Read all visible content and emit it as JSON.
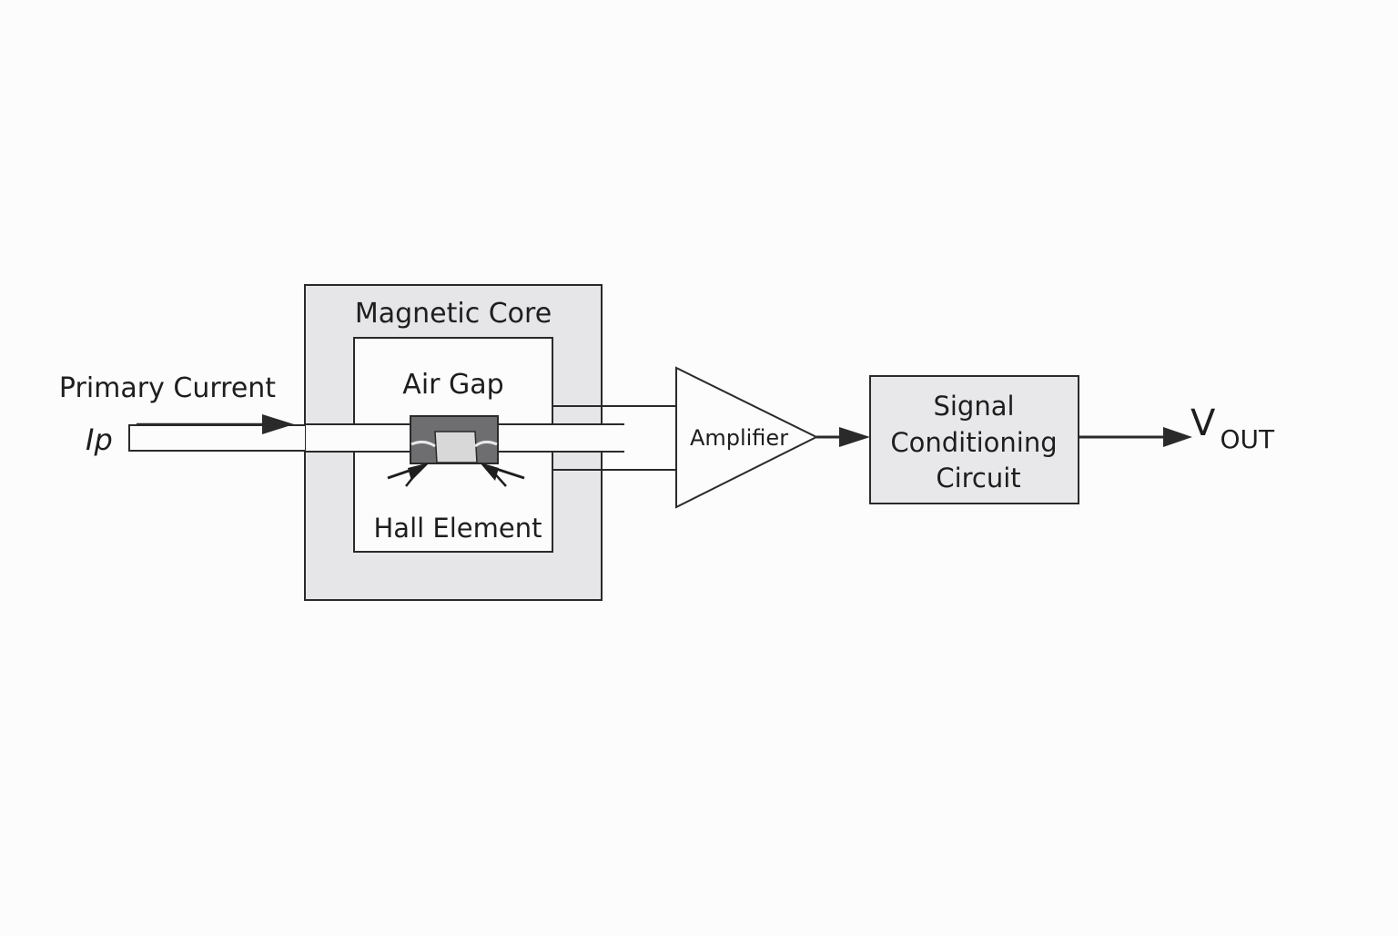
{
  "labels": {
    "magnetic_core": "Magnetic Core",
    "air_gap": "Air Gap",
    "primary_current": "Primary Current",
    "ip": "Ip",
    "hall_element": "Hall Element",
    "amplifier": "Amplifier",
    "signal_line1": "Signal",
    "signal_line2": "Conditioning",
    "signal_line3": "Circuit",
    "vout_v": "V",
    "vout_sub": "OUT"
  },
  "colors": {
    "background": "#fcfcfc",
    "core_fill": "#e6e6e8",
    "block_fill": "#e8e8ea",
    "stroke": "#2a2a2a",
    "hall_fill": "#6e6e70",
    "hall_dark": "#4a4a4c"
  }
}
